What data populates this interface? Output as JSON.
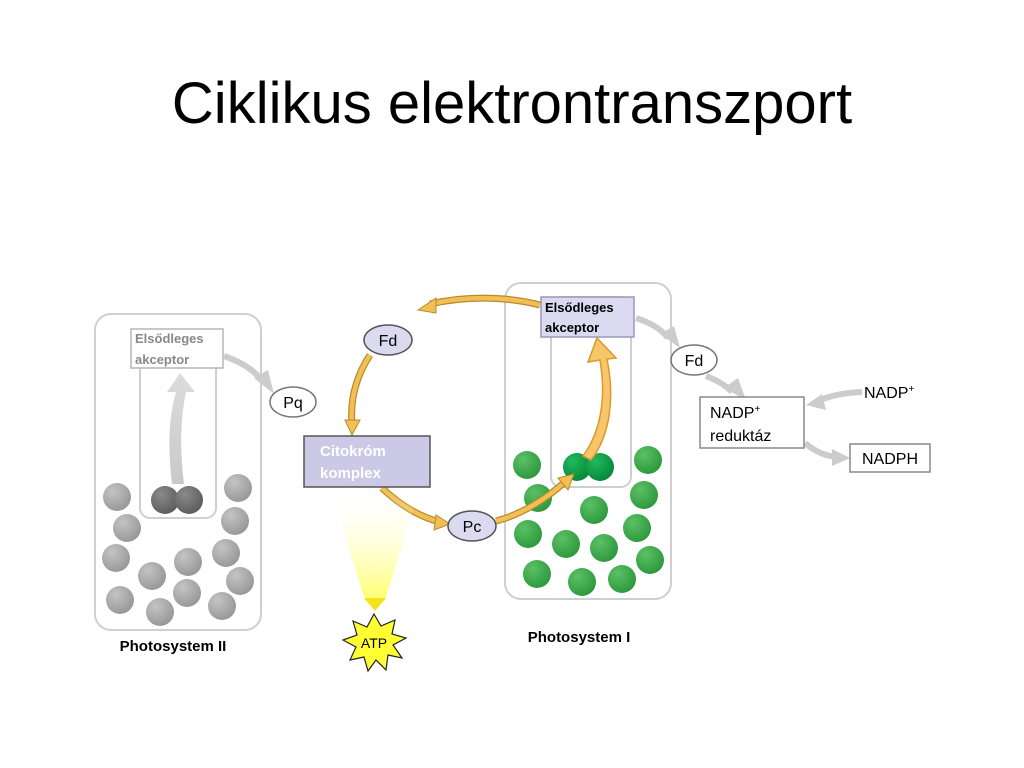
{
  "slide": {
    "title": "Ciklikus elektrontranszport"
  },
  "psii": {
    "acceptor_line1": "Elsődleges",
    "acceptor_line2": "akceptor",
    "label": "Photosystem II"
  },
  "psi": {
    "acceptor_line1": "Elsődleges",
    "acceptor_line2": "akceptor",
    "label": "Photosystem I"
  },
  "carriers": {
    "fd_cycle": "Fd",
    "pq": "Pq",
    "pc": "Pc",
    "fd_out": "Fd"
  },
  "cytochrome": {
    "line1": "Citokróm",
    "line2": "komplex"
  },
  "atp": "ATP",
  "nadp": {
    "label": "NADP",
    "superscript": "+"
  },
  "reductase": {
    "line1_main": "NADP",
    "line1_sup": "+",
    "line2": "reduktáz"
  },
  "nadph": "NADPH",
  "colors": {
    "psii_pigment": "#a3a3a3",
    "psii_reaction_center": "#6f6f6f",
    "psi_pigment": "#3aa64a",
    "psi_reaction_center": "#0c9a48",
    "cycle_arrow": "#f2bf55",
    "grey_arrow": "#cccccc",
    "cytochrome_fill": "#cbc9e6",
    "atp_fill": "#ffff33",
    "carrier_fill": "#dcdaf0"
  }
}
